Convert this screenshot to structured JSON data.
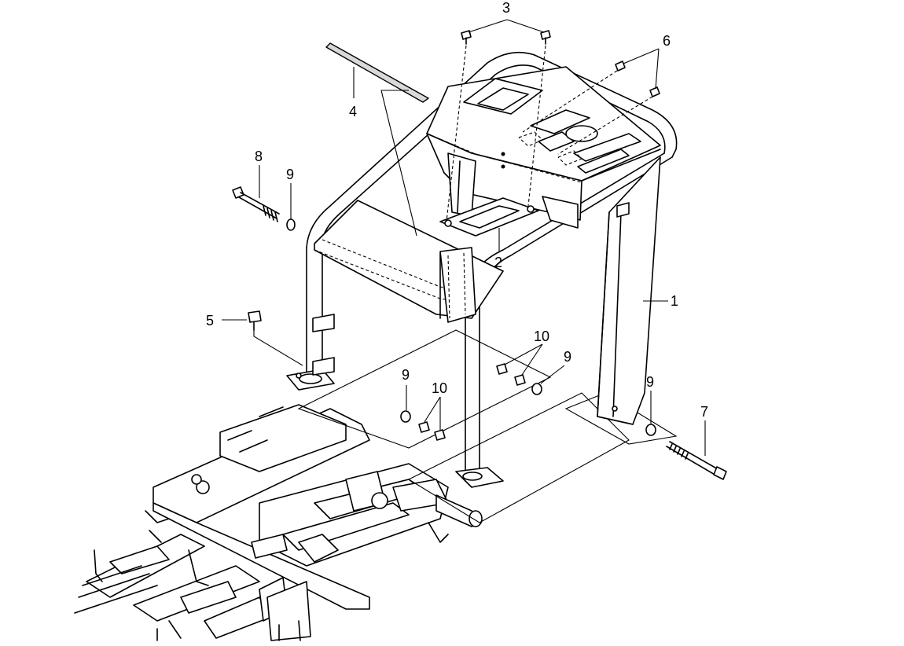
{
  "callouts": {
    "c1": "1",
    "c2": "2",
    "c3": "3",
    "c4": "4",
    "c5": "5",
    "c6": "6",
    "c7": "7",
    "c8": "8",
    "c9a": "9",
    "c9b": "9",
    "c9c": "9",
    "c9d": "9",
    "c10a": "10",
    "c10b": "10"
  }
}
